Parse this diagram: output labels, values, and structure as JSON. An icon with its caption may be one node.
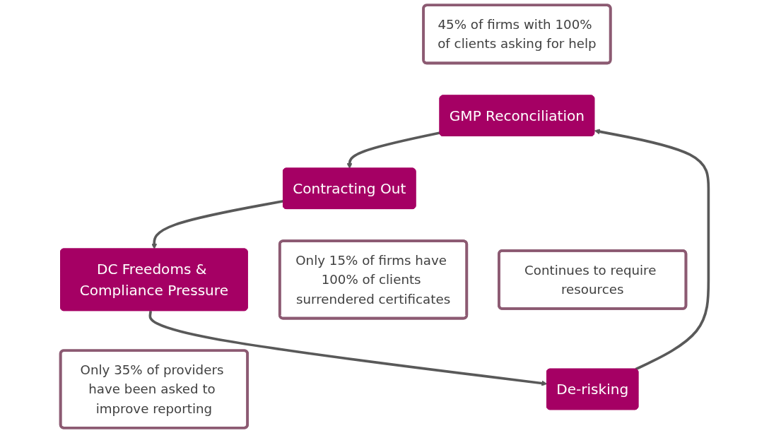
{
  "diagram": {
    "nodes": [
      {
        "text": [
          "45% of firms with 100% of clients asking for help"
        ]
      },
      {
        "text": [
          "GMP Reconciliation"
        ]
      },
      {
        "text": [
          "Contracting Out"
        ]
      },
      {
        "text": [
          "Only 15% of firms have 100% of clients surrendered certificates"
        ]
      },
      {
        "text": [
          "De-risking"
        ]
      },
      {
        "text": [
          "DC Freedoms & Compliance Pressure"
        ]
      },
      {
        "text": [
          "Continues to require resources"
        ]
      },
      {
        "text": [
          "Only 35% of providers have been asked to improve reporting"
        ]
      }
    ],
    "edges": [
      {
        "from": 1,
        "to": 2,
        "arrow": "to"
      },
      {
        "from": 2,
        "to": 5,
        "arrow": "to"
      },
      {
        "from": 5,
        "to": 4,
        "arrow": "to"
      },
      {
        "from": 4,
        "to": 1,
        "arrow": "to"
      }
    ]
  }
}
